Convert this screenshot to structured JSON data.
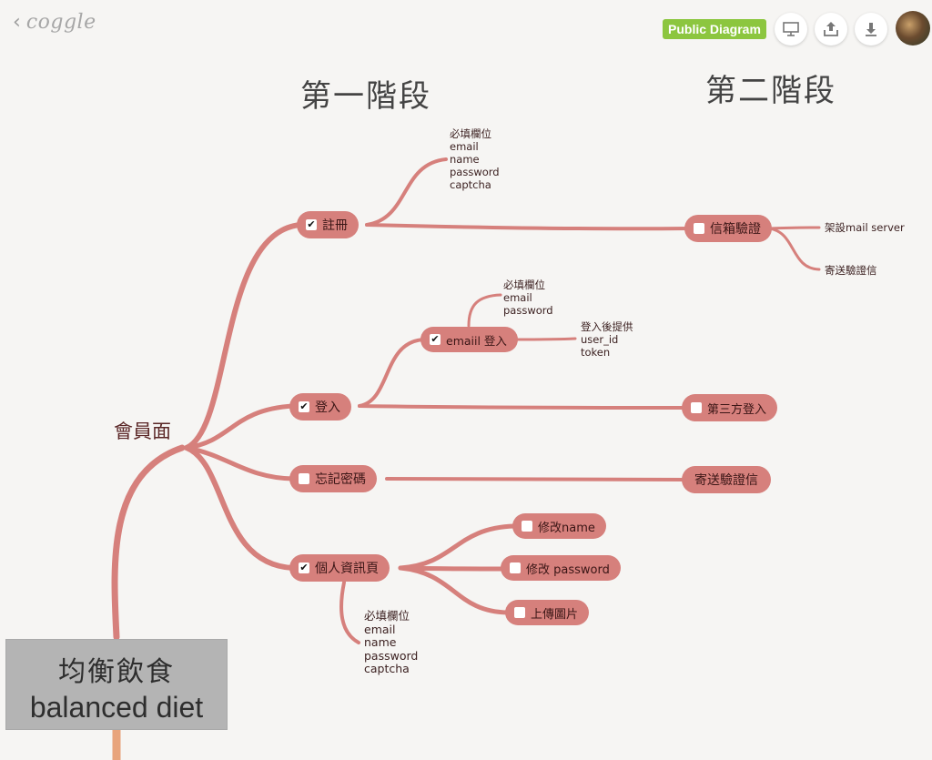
{
  "header": {
    "logo": "coggle",
    "badge": "Public Diagram",
    "buttons": [
      {
        "icon": "present-icon"
      },
      {
        "icon": "share-upload-icon"
      },
      {
        "icon": "download-icon"
      }
    ]
  },
  "headings": {
    "stage1": "第一階段",
    "stage2": "第二階段"
  },
  "central": {
    "zh": "均衡飲食",
    "en": "balanced diet"
  },
  "branch": {
    "label": "會員面"
  },
  "nodes": {
    "register": "註冊",
    "register_notes": "必填欄位\nemail\nname\npassword\ncaptcha",
    "email_verify": "信箱驗證",
    "mail_server": "架設mail server",
    "send_verify_mail": "寄送驗證信",
    "login": "登入",
    "email_login": "emaiil 登入",
    "email_login_notes": "必填欄位\nemail\npassword",
    "email_login_result": "登入後提供\nuser_id\ntoken",
    "third_party_login": "第三方登入",
    "forgot_password": "忘記密碼",
    "forgot_send_mail": "寄送驗證信",
    "profile": "個人資訊頁",
    "edit_name": "修改name",
    "edit_password": "修改 password",
    "upload_image": "上傳圖片",
    "profile_notes": "必填欄位\nemail\nname\npassword\ncaptcha"
  },
  "colors": {
    "branch": "#d6807c",
    "root_trunk": "#e8a47c",
    "badge": "#8cc63f"
  }
}
